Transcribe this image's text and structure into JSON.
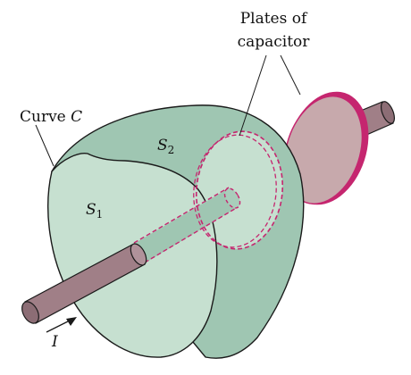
{
  "labels": {
    "plates_line1": "Plates of",
    "plates_line2": "capacitor",
    "curve_text": "Curve ",
    "curve_var": "C",
    "s1_letter": "S",
    "s1_sub": "1",
    "s2_letter": "S",
    "s2_sub": "2",
    "current": "I"
  },
  "colors": {
    "surface_fill": "#c6e0d0",
    "surface_shade": "#9fc6b2",
    "wire": "#a07f87",
    "wire_dark": "#7d5e66",
    "plate_face": "#c7a9ac",
    "plate_edge": "#c5266f",
    "dashed": "#c5266f",
    "outline": "#1a1a1a"
  }
}
